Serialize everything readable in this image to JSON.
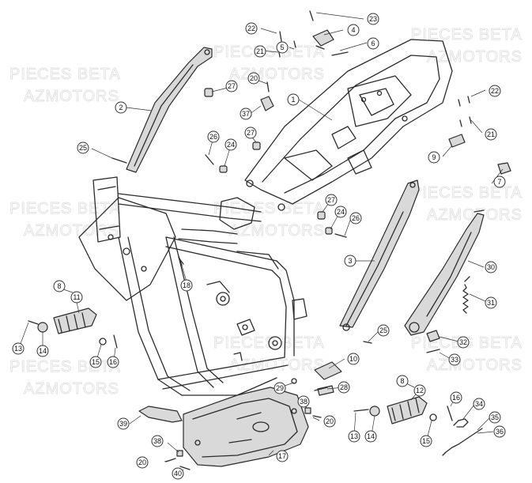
{
  "watermark": {
    "line1": "PIECES BETA",
    "line2": "AZMOTORS"
  },
  "callouts": [
    {
      "id": "c1",
      "label": "1"
    },
    {
      "id": "c2",
      "label": "2"
    },
    {
      "id": "c3",
      "label": "3"
    },
    {
      "id": "c4",
      "label": "4"
    },
    {
      "id": "c5",
      "label": "5"
    },
    {
      "id": "c6",
      "label": "6"
    },
    {
      "id": "c7",
      "label": "7"
    },
    {
      "id": "c8a",
      "label": "8"
    },
    {
      "id": "c8b",
      "label": "8"
    },
    {
      "id": "c9",
      "label": "9"
    },
    {
      "id": "c10",
      "label": "10"
    },
    {
      "id": "c11",
      "label": "11"
    },
    {
      "id": "c12",
      "label": "12"
    },
    {
      "id": "c13a",
      "label": "13"
    },
    {
      "id": "c13b",
      "label": "13"
    },
    {
      "id": "c14a",
      "label": "14"
    },
    {
      "id": "c14b",
      "label": "14"
    },
    {
      "id": "c15a",
      "label": "15"
    },
    {
      "id": "c15b",
      "label": "15"
    },
    {
      "id": "c16a",
      "label": "16"
    },
    {
      "id": "c16b",
      "label": "16"
    },
    {
      "id": "c17",
      "label": "17"
    },
    {
      "id": "c18",
      "label": "18"
    },
    {
      "id": "c20a",
      "label": "20"
    },
    {
      "id": "c20b",
      "label": "20"
    },
    {
      "id": "c20c",
      "label": "20"
    },
    {
      "id": "c21a",
      "label": "21"
    },
    {
      "id": "c21b",
      "label": "21"
    },
    {
      "id": "c22a",
      "label": "22"
    },
    {
      "id": "c22b",
      "label": "22"
    },
    {
      "id": "c23",
      "label": "23"
    },
    {
      "id": "c24a",
      "label": "24"
    },
    {
      "id": "c24b",
      "label": "24"
    },
    {
      "id": "c25a",
      "label": "25"
    },
    {
      "id": "c25b",
      "label": "25"
    },
    {
      "id": "c26a",
      "label": "26"
    },
    {
      "id": "c26b",
      "label": "26"
    },
    {
      "id": "c27a",
      "label": "27"
    },
    {
      "id": "c27b",
      "label": "27"
    },
    {
      "id": "c27c",
      "label": "27"
    },
    {
      "id": "c28",
      "label": "28"
    },
    {
      "id": "c29",
      "label": "29"
    },
    {
      "id": "c30",
      "label": "30"
    },
    {
      "id": "c31",
      "label": "31"
    },
    {
      "id": "c32",
      "label": "32"
    },
    {
      "id": "c33",
      "label": "33"
    },
    {
      "id": "c34",
      "label": "34"
    },
    {
      "id": "c35",
      "label": "35"
    },
    {
      "id": "c36",
      "label": "36"
    },
    {
      "id": "c37",
      "label": "37"
    },
    {
      "id": "c38a",
      "label": "38"
    },
    {
      "id": "c38b",
      "label": "38"
    },
    {
      "id": "c39",
      "label": "39"
    },
    {
      "id": "c40",
      "label": "40"
    }
  ]
}
